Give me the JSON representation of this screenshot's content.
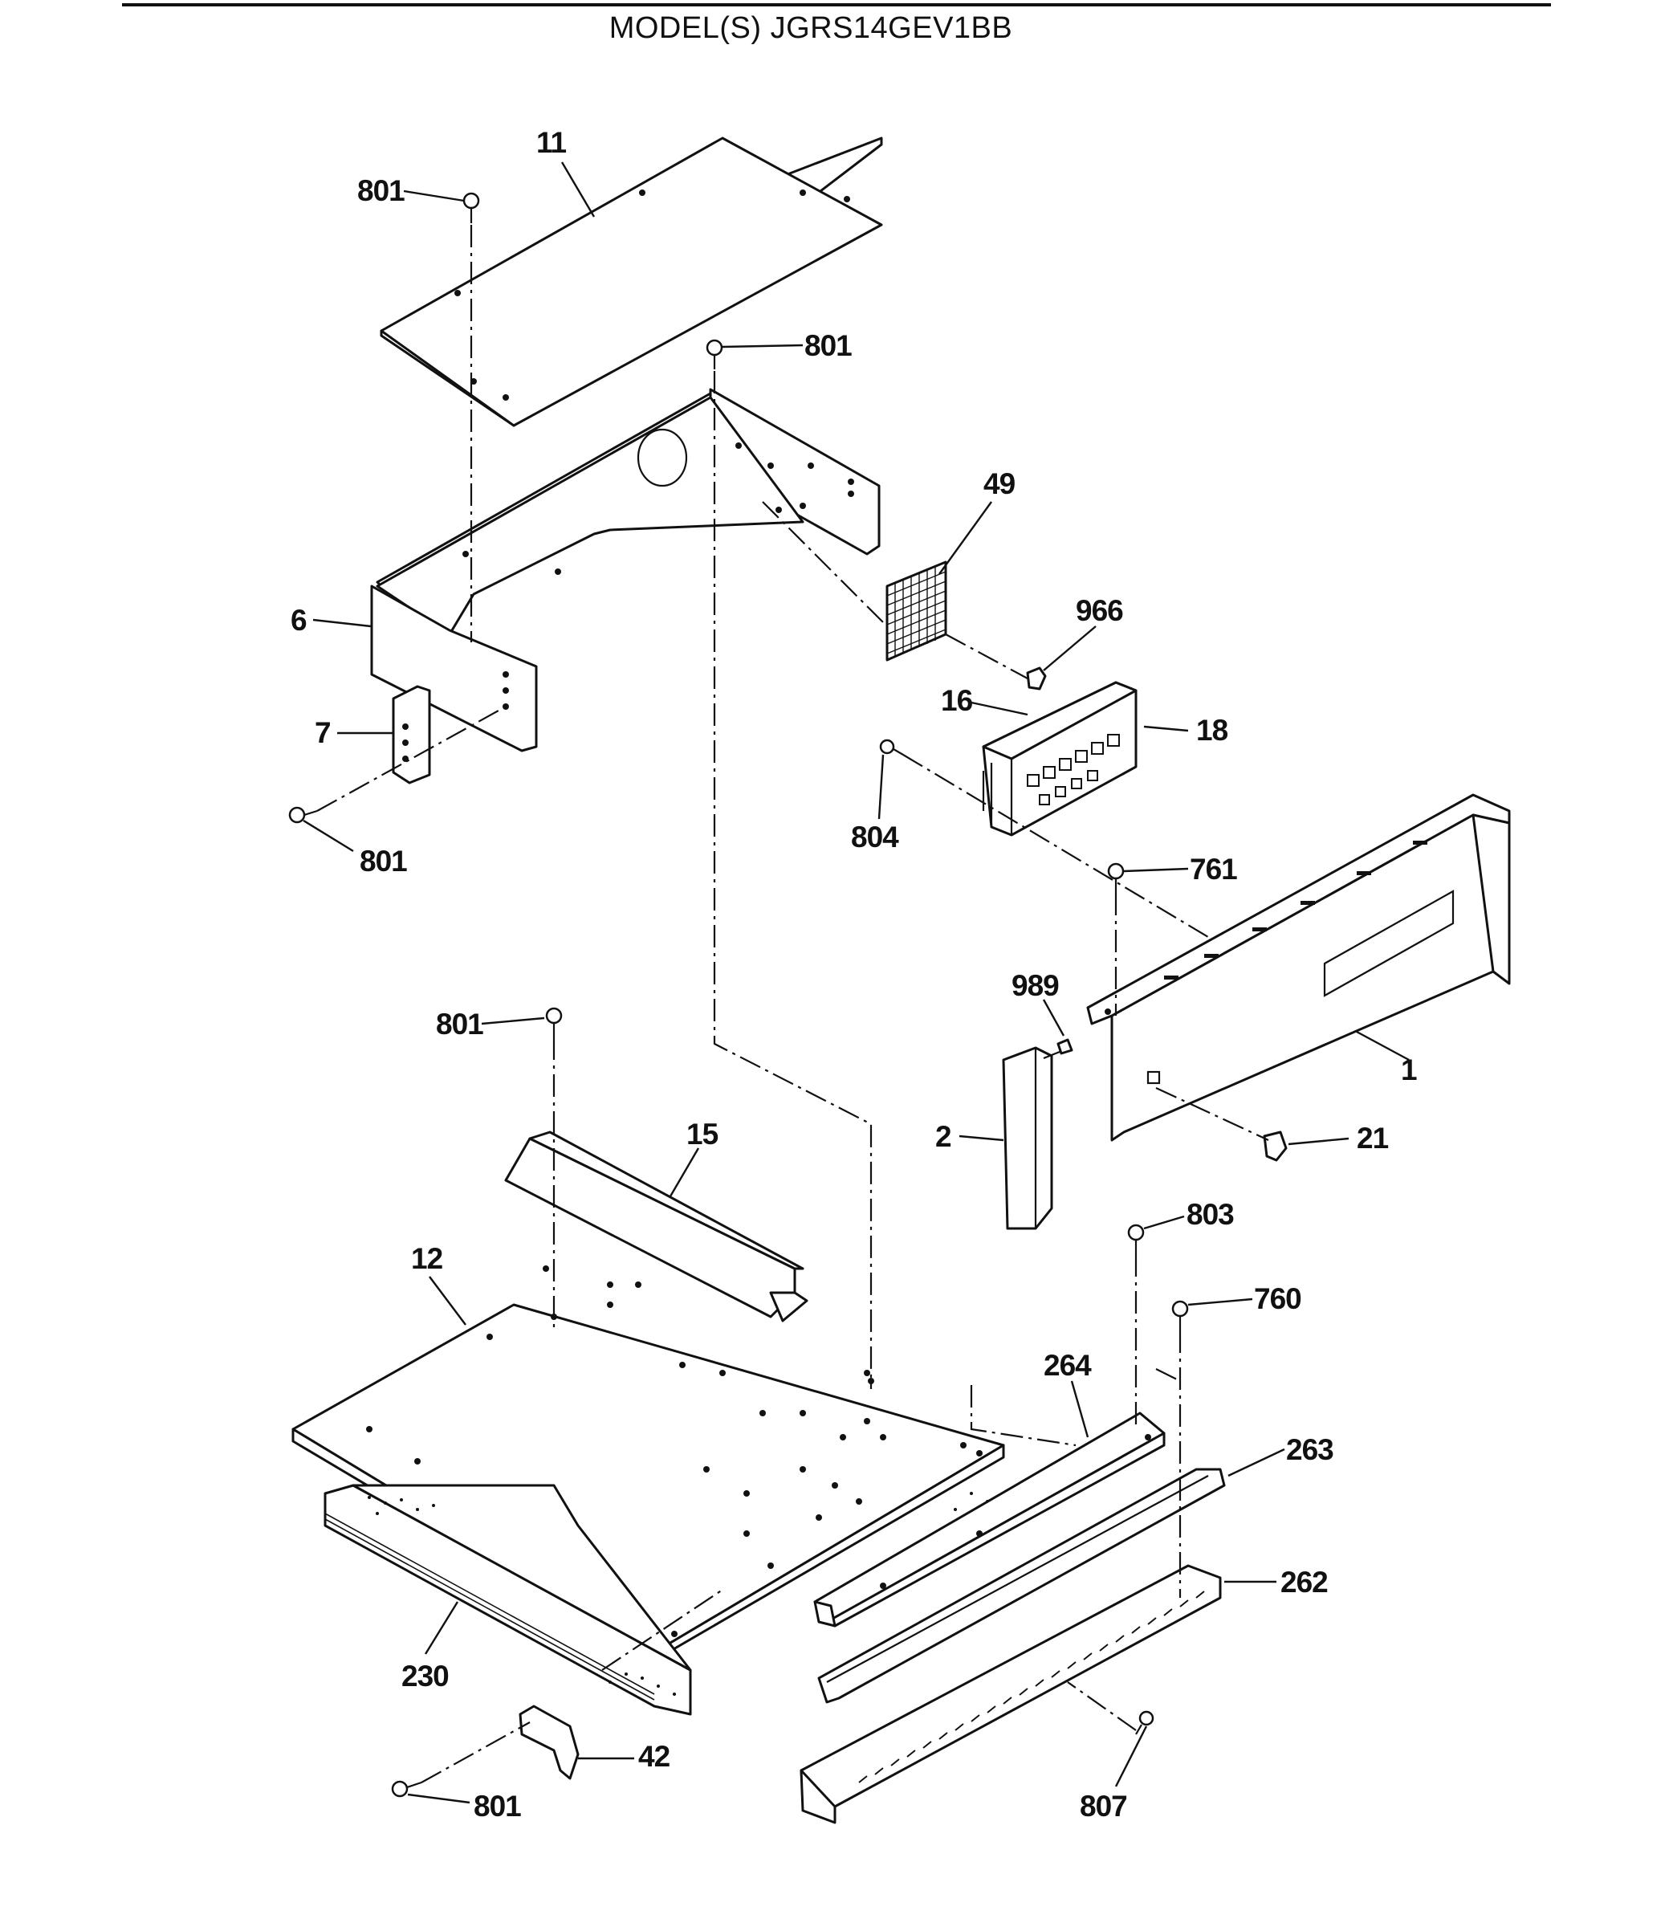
{
  "header": {
    "model_title": "MODEL(S) JGRS14GEV1BB"
  },
  "callouts": [
    {
      "id": "c11",
      "label": "11"
    },
    {
      "id": "c801a",
      "label": "801"
    },
    {
      "id": "c801b",
      "label": "801"
    },
    {
      "id": "c49",
      "label": "49"
    },
    {
      "id": "c966",
      "label": "966"
    },
    {
      "id": "c6",
      "label": "6"
    },
    {
      "id": "c7",
      "label": "7"
    },
    {
      "id": "c16",
      "label": "16"
    },
    {
      "id": "c18",
      "label": "18"
    },
    {
      "id": "c801c",
      "label": "801"
    },
    {
      "id": "c804",
      "label": "804"
    },
    {
      "id": "c761",
      "label": "761"
    },
    {
      "id": "c989",
      "label": "989"
    },
    {
      "id": "c801d",
      "label": "801"
    },
    {
      "id": "c1",
      "label": "1"
    },
    {
      "id": "c15",
      "label": "15"
    },
    {
      "id": "c2",
      "label": "2"
    },
    {
      "id": "c21",
      "label": "21"
    },
    {
      "id": "c803",
      "label": "803"
    },
    {
      "id": "c12",
      "label": "12"
    },
    {
      "id": "c760",
      "label": "760"
    },
    {
      "id": "c264",
      "label": "264"
    },
    {
      "id": "c263",
      "label": "263"
    },
    {
      "id": "c262",
      "label": "262"
    },
    {
      "id": "c230",
      "label": "230"
    },
    {
      "id": "c42",
      "label": "42"
    },
    {
      "id": "c801e",
      "label": "801"
    },
    {
      "id": "c807",
      "label": "807"
    }
  ]
}
